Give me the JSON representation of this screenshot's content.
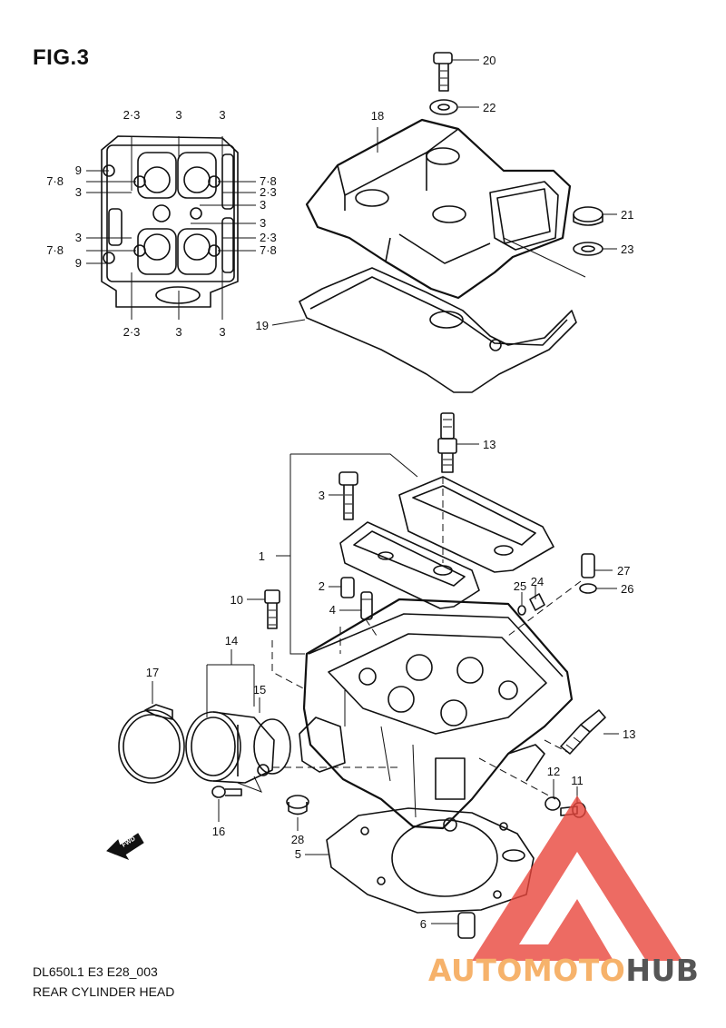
{
  "figure": {
    "title": "FIG.3"
  },
  "footer": {
    "code": "DL650L1 E3 E28_003",
    "caption": "REAR CYLINDER HEAD"
  },
  "watermark": {
    "brand_a": "AUTOMOTO",
    "brand_b": "HUB",
    "color_a": "#f6b26b",
    "color_b": "#555555",
    "triangle_color": "#e8463c"
  },
  "top_view_labels": {
    "t1": "2·3",
    "t2": "3",
    "t3": "3",
    "l1": "9",
    "l2": "7·8",
    "l3": "3",
    "l4": "3",
    "l5": "7·8",
    "l6": "9",
    "r1": "7·8",
    "r2": "2·3",
    "r3": "3",
    "r4": "3",
    "r5": "2·3",
    "r6": "7·8",
    "b1": "2·3",
    "b2": "3",
    "b3": "3"
  },
  "callouts": {
    "c1": "1",
    "c2": "2",
    "c3": "3",
    "c4": "4",
    "c5": "5",
    "c6": "6",
    "c10": "10",
    "c11": "11",
    "c12": "12",
    "c13a": "13",
    "c13b": "13",
    "c14": "14",
    "c15": "15",
    "c16": "16",
    "c17": "17",
    "c18": "18",
    "c19": "19",
    "c20": "20",
    "c21": "21",
    "c22": "22",
    "c23": "23",
    "c24": "24",
    "c25": "25",
    "c26": "26",
    "c27": "27",
    "c28": "28"
  }
}
